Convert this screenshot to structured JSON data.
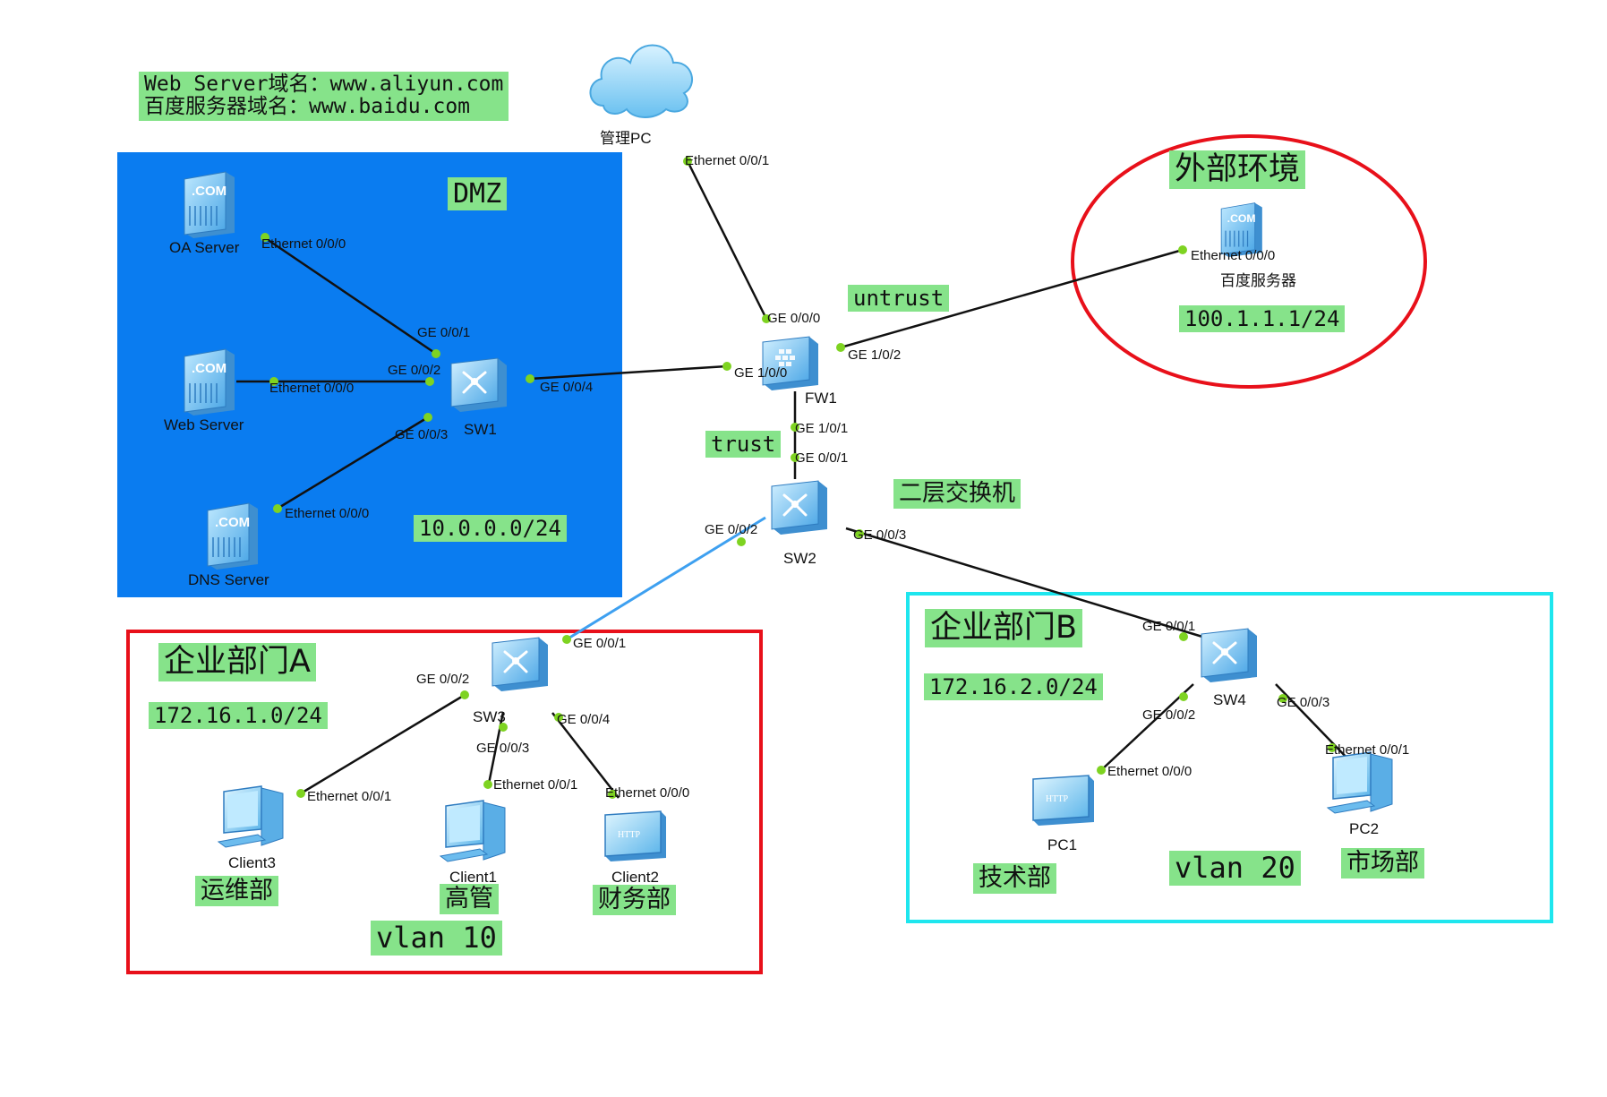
{
  "info_box": {
    "line1": "Web Server域名：www.aliyun.com",
    "line2": "百度服务器域名：www.baidu.com"
  },
  "zones": {
    "dmz": {
      "label": "DMZ",
      "subnet": "10.0.0.0/24"
    },
    "external": {
      "label": "外部环境",
      "subnet": "100.1.1.1/24"
    },
    "dept_a": {
      "label": "企业部门A",
      "subnet": "172.16.1.0/24",
      "vlan": "vlan 10"
    },
    "dept_b": {
      "label": "企业部门B",
      "subnet": "172.16.2.0/24",
      "vlan": "vlan 20"
    }
  },
  "labels": {
    "untrust": "untrust",
    "trust": "trust",
    "l2_switch": "二层交换机",
    "ops": "运维部",
    "exec": "高管",
    "finance": "财务部",
    "tech": "技术部",
    "market": "市场部"
  },
  "devices": {
    "mgmt_pc": "管理PC",
    "oa_server": "OA Server",
    "web_server": "Web Server",
    "dns_server": "DNS Server",
    "sw1": "SW1",
    "fw1": "FW1",
    "sw2": "SW2",
    "sw3": "SW3",
    "sw4": "SW4",
    "baidu_server": "百度服务器",
    "client1": "Client1",
    "client2": "Client2",
    "client3": "Client3",
    "pc1": "PC1",
    "pc2": "PC2"
  },
  "ports": {
    "mgmt_eth": "Ethernet 0/0/1",
    "fw_ge000": "GE 0/0/0",
    "fw_ge100": "GE 1/0/0",
    "fw_ge102": "GE 1/0/2",
    "fw_ge101": "GE 1/0/1",
    "baidu_eth": "Ethernet 0/0/0",
    "oa_eth": "Ethernet 0/0/0",
    "web_eth": "Ethernet 0/0/0",
    "dns_eth": "Ethernet 0/0/0",
    "sw1_ge001": "GE 0/0/1",
    "sw1_ge002": "GE 0/0/2",
    "sw1_ge003": "GE 0/0/3",
    "sw1_ge004": "GE 0/0/4",
    "sw2_ge001": "GE 0/0/1",
    "sw2_ge002": "GE 0/0/2",
    "sw2_ge003": "GE 0/0/3",
    "sw3_ge001": "GE 0/0/1",
    "sw3_ge002": "GE 0/0/2",
    "sw3_ge003": "GE 0/0/3",
    "sw3_ge004": "GE 0/0/4",
    "client3_eth": "Ethernet 0/0/1",
    "client1_eth": "Ethernet 0/0/1",
    "client2_eth": "Ethernet 0/0/0",
    "sw4_ge001": "GE 0/0/1",
    "sw4_ge002": "GE 0/0/2",
    "sw4_ge003": "GE 0/0/3",
    "pc1_eth": "Ethernet 0/0/0",
    "pc2_eth": "Ethernet 0/0/1"
  },
  "icons": {
    "cloud": "cloud-icon",
    "server": "com-server-icon",
    "switch": "switch-icon",
    "firewall": "firewall-icon",
    "desktop": "desktop-pc-icon",
    "http_client": "http-client-icon"
  },
  "colors": {
    "dmz_fill": "#0a7cf0",
    "label_bg": "#86e38a",
    "external_ring": "#e8101a",
    "dept_a_border": "#e8101a",
    "dept_b_border": "#1ee6ee",
    "link": "#111111",
    "link_highlight": "#3ea0f0",
    "port_dot": "#7ed321"
  }
}
